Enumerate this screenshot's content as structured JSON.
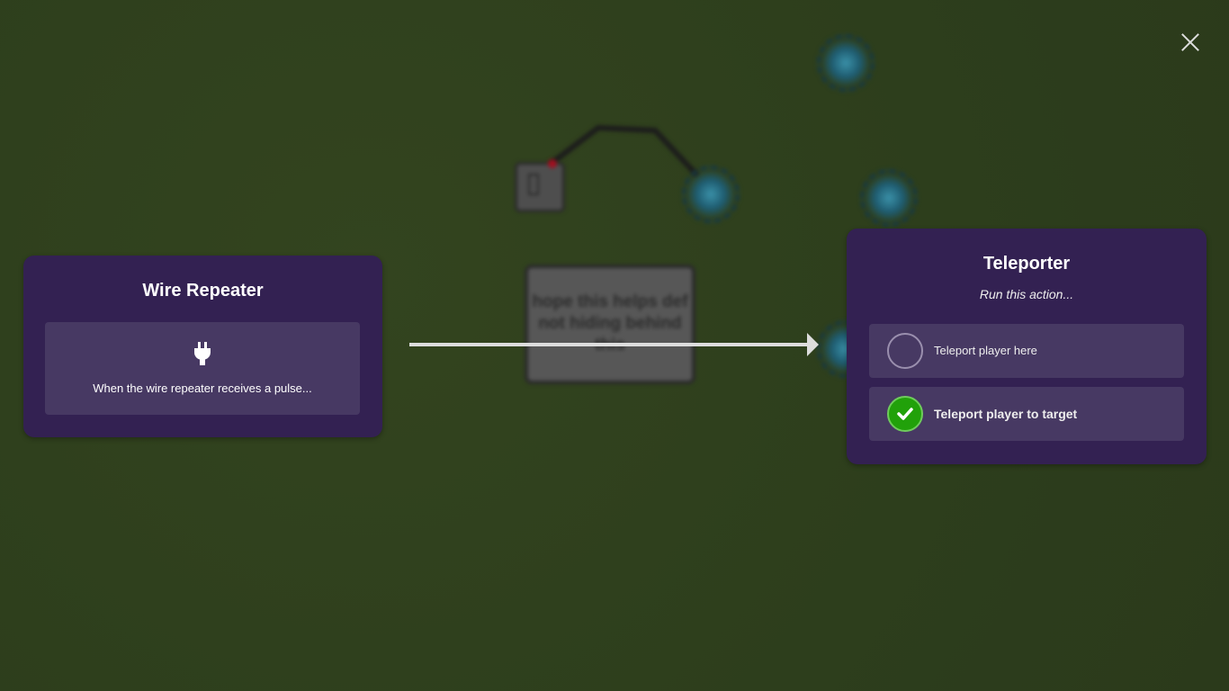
{
  "world": {
    "sign_text": "hope this helps def not hiding behind this"
  },
  "trigger_panel": {
    "title": "Wire Repeater",
    "icon": "plug-icon",
    "event": "When the wire repeater receives a pulse..."
  },
  "action_panel": {
    "title": "Teleporter",
    "subtitle": "Run this action...",
    "options": [
      {
        "label": "Teleport player here",
        "selected": false
      },
      {
        "label": "Teleport player to target",
        "selected": true
      }
    ]
  },
  "colors": {
    "panel": "#332152",
    "card": "#473963",
    "selected": "#21a10a"
  }
}
